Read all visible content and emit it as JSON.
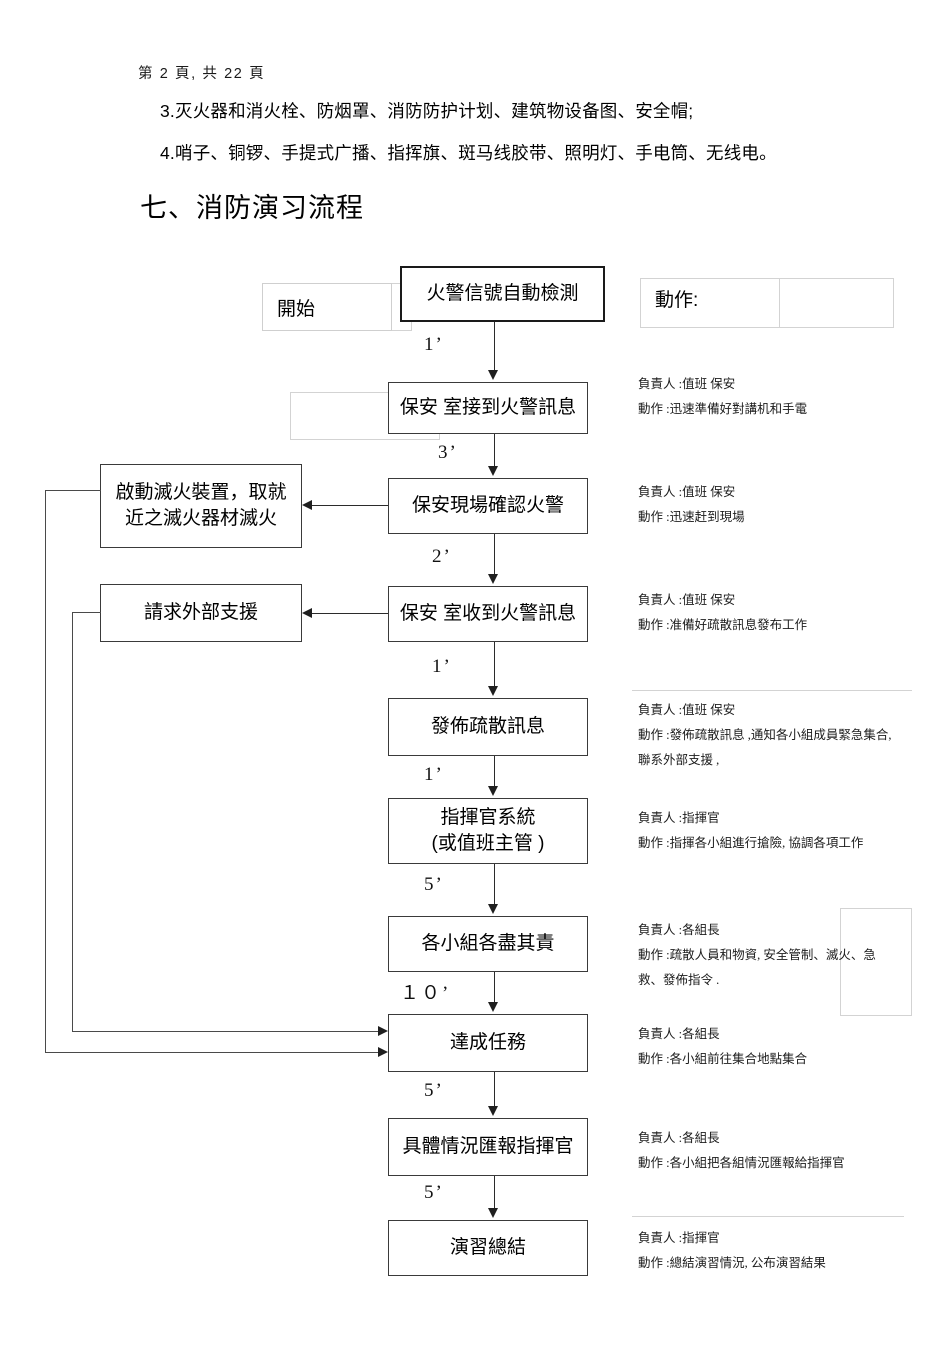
{
  "document": {
    "page_indicator": "第 2 頁, 共 22 頁",
    "body_lines": [
      "3.灭火器和消火栓、防烟罩、消防防护计划、建筑物设备图、安全帽;",
      "4.哨子、铜锣、手提式广播、指挥旗、斑马线胶带、照明灯、手电筒、无线电。"
    ],
    "section_title": "七、消防演习流程"
  },
  "flowchart": {
    "start_label": "開始",
    "action_column_header": "動作:",
    "nodes": [
      {
        "id": "detect",
        "label": "火警信號自動檢測"
      },
      {
        "id": "receive",
        "label": "保安 室接到火警訊息"
      },
      {
        "id": "confirm",
        "label": "保安現場確認火警"
      },
      {
        "id": "relay",
        "label": "保安 室收到火警訊息"
      },
      {
        "id": "broadcast",
        "label": "發佈疏散訊息"
      },
      {
        "id": "commander_l1",
        "label": "指揮官系統"
      },
      {
        "id": "commander_l2",
        "label": "(或值班主管 )"
      },
      {
        "id": "teams",
        "label": "各小組各盡其責"
      },
      {
        "id": "complete",
        "label": "達成任務"
      },
      {
        "id": "report",
        "label": "具體情況匯報指揮官"
      },
      {
        "id": "summary",
        "label": "演習總結"
      }
    ],
    "branch_nodes": [
      {
        "id": "extinguish_l1",
        "label": "啟動滅火裝置，取就"
      },
      {
        "id": "extinguish_l2",
        "label": "近之滅火器材滅火"
      },
      {
        "id": "external",
        "label": "請求外部支援"
      }
    ],
    "timings": [
      "1’",
      "3’",
      "2’",
      "1’",
      "1’",
      "5’",
      "１０’",
      "5’",
      "5’"
    ],
    "annotations": [
      {
        "id": "anno-receive",
        "owner": "負責人 :值班 保安",
        "action": "動作 :迅速準備好對講机和手電"
      },
      {
        "id": "anno-confirm",
        "owner": "負責人 :值班 保安",
        "action": "動作 :迅速赶到現場"
      },
      {
        "id": "anno-relay",
        "owner": "負責人 :值班 保安",
        "action": "動作 :准備好疏散訊息發布工作"
      },
      {
        "id": "anno-broadcast",
        "owner": "負責人 :值班 保安",
        "action": "動作 :發佈疏散訊息 ,通知各小組成員緊急集合,聯系外部支援 ,"
      },
      {
        "id": "anno-commander",
        "owner": "負責人 :指揮官",
        "action": "動作 :指揮各小組進行搶險, 協調各項工作"
      },
      {
        "id": "anno-teams",
        "owner": "負責人 :各組長",
        "action": "動作 :疏散人員和物資, 安全管制、滅火、急救、發佈指令 ."
      },
      {
        "id": "anno-complete",
        "owner": "負責人 :各組長",
        "action": "動作 :各小組前往集合地點集合"
      },
      {
        "id": "anno-report",
        "owner": "負責人 :各組長",
        "action": "動作 :各小組把各組情況匯報給指揮官"
      },
      {
        "id": "anno-summary",
        "owner": "負責人 :指揮官",
        "action": "動作 :總結演習情況, 公布演習結果"
      }
    ]
  }
}
